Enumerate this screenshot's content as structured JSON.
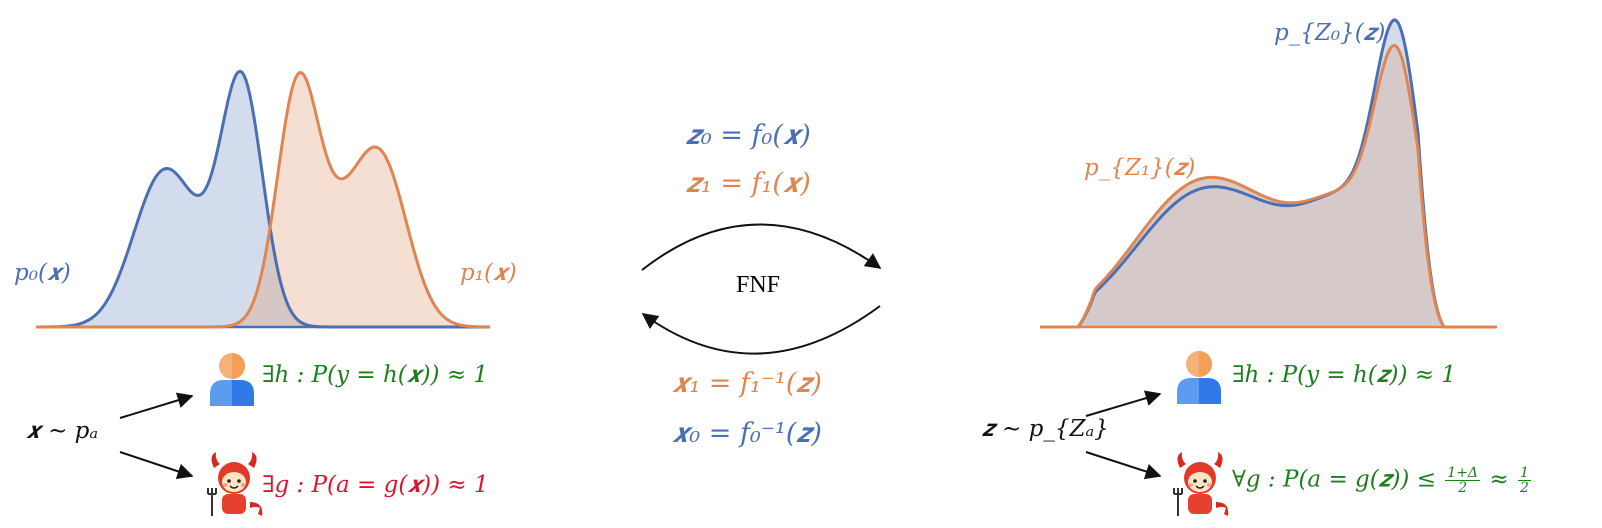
{
  "left_panel": {
    "p0_label": "p₀(𝒙)",
    "p1_label": "p₁(𝒙)",
    "sample_label": "𝒙 ∼ pₐ",
    "human_statement": "∃h : P(y = h(𝒙)) ≈ 1",
    "adversary_statement": "∃g : P(a = g(𝒙)) ≈ 1"
  },
  "center_panel": {
    "forward_map_0": "𝒛₀ = f₀(𝒙)",
    "forward_map_1": "𝒛₁ = f₁(𝒙)",
    "method_label": "FNF",
    "inverse_map_1": "𝒙₁ = f₁⁻¹(𝒛)",
    "inverse_map_0": "𝒙₀ = f₀⁻¹(𝒛)"
  },
  "right_panel": {
    "pz0_label": "p_{Z₀}(𝒛)",
    "pz1_label": "p_{Z₁}(𝒛)",
    "sample_label": "𝒛 ∼ p_{Zₐ}",
    "human_statement": "∃h : P(y = h(𝒛)) ≈ 1",
    "adversary_statement_prefix": "∀g : P(a = g(𝒛)) ≤",
    "adversary_frac_num": "1+Δ",
    "adversary_frac_den": "2",
    "adversary_approx": "≈",
    "adversary_half_num": "1",
    "adversary_half_den": "2"
  },
  "colors": {
    "group0": "#4a6fb3",
    "group1": "#df8551",
    "fill0": "#d3dced",
    "fill1": "#f5dfd2",
    "overlap": "#d6c6c4",
    "human": "#1e7e1e",
    "adversary": "#d8172e"
  },
  "icons": [
    "person-icon",
    "devil-icon"
  ]
}
